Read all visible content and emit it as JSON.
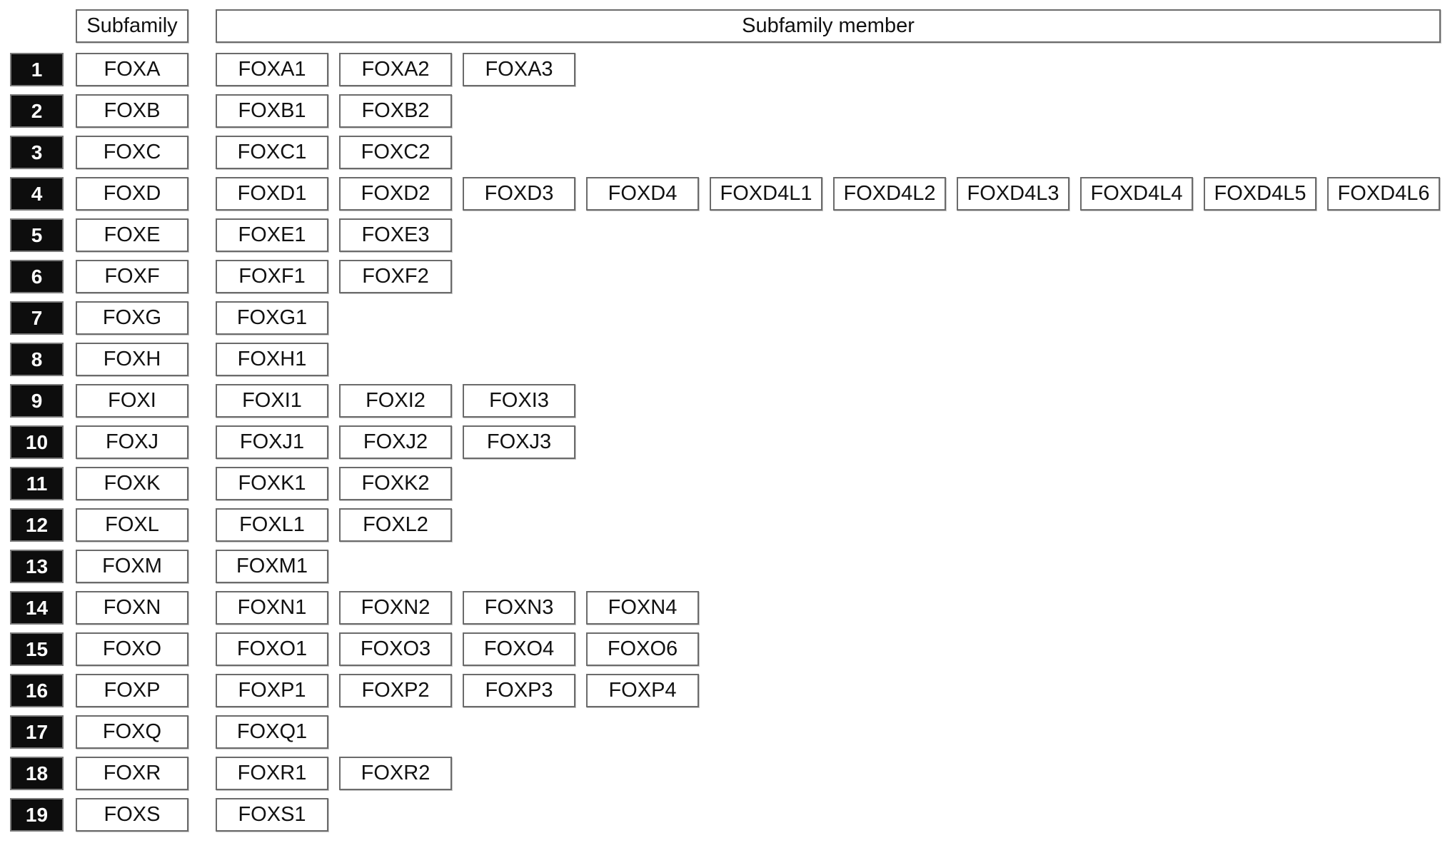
{
  "header": {
    "subfamily_label": "Subfamily",
    "member_label": "Subfamily member"
  },
  "rows": [
    {
      "number": "1",
      "subfamily": "FOXA",
      "members": [
        "FOXA1",
        "FOXA2",
        "FOXA3"
      ]
    },
    {
      "number": "2",
      "subfamily": "FOXB",
      "members": [
        "FOXB1",
        "FOXB2"
      ]
    },
    {
      "number": "3",
      "subfamily": "FOXC",
      "members": [
        "FOXC1",
        "FOXC2"
      ]
    },
    {
      "number": "4",
      "subfamily": "FOXD",
      "members": [
        "FOXD1",
        "FOXD2",
        "FOXD3",
        "FOXD4",
        "FOXD4L1",
        "FOXD4L2",
        "FOXD4L3",
        "FOXD4L4",
        "FOXD4L5",
        "FOXD4L6"
      ]
    },
    {
      "number": "5",
      "subfamily": "FOXE",
      "members": [
        "FOXE1",
        "FOXE3"
      ]
    },
    {
      "number": "6",
      "subfamily": "FOXF",
      "members": [
        "FOXF1",
        "FOXF2"
      ]
    },
    {
      "number": "7",
      "subfamily": "FOXG",
      "members": [
        "FOXG1"
      ]
    },
    {
      "number": "8",
      "subfamily": "FOXH",
      "members": [
        "FOXH1"
      ]
    },
    {
      "number": "9",
      "subfamily": "FOXI",
      "members": [
        "FOXI1",
        "FOXI2",
        "FOXI3"
      ]
    },
    {
      "number": "10",
      "subfamily": "FOXJ",
      "members": [
        "FOXJ1",
        "FOXJ2",
        "FOXJ3"
      ]
    },
    {
      "number": "11",
      "subfamily": "FOXK",
      "members": [
        "FOXK1",
        "FOXK2"
      ]
    },
    {
      "number": "12",
      "subfamily": "FOXL",
      "members": [
        "FOXL1",
        "FOXL2"
      ]
    },
    {
      "number": "13",
      "subfamily": "FOXM",
      "members": [
        "FOXM1"
      ]
    },
    {
      "number": "14",
      "subfamily": "FOXN",
      "members": [
        "FOXN1",
        "FOXN2",
        "FOXN3",
        "FOXN4"
      ]
    },
    {
      "number": "15",
      "subfamily": "FOXO",
      "members": [
        "FOXO1",
        "FOXO3",
        "FOXO4",
        "FOXO6"
      ]
    },
    {
      "number": "16",
      "subfamily": "FOXP",
      "members": [
        "FOXP1",
        "FOXP2",
        "FOXP3",
        "FOXP4"
      ]
    },
    {
      "number": "17",
      "subfamily": "FOXQ",
      "members": [
        "FOXQ1"
      ]
    },
    {
      "number": "18",
      "subfamily": "FOXR",
      "members": [
        "FOXR1",
        "FOXR2"
      ]
    },
    {
      "number": "19",
      "subfamily": "FOXS",
      "members": [
        "FOXS1"
      ]
    }
  ]
}
